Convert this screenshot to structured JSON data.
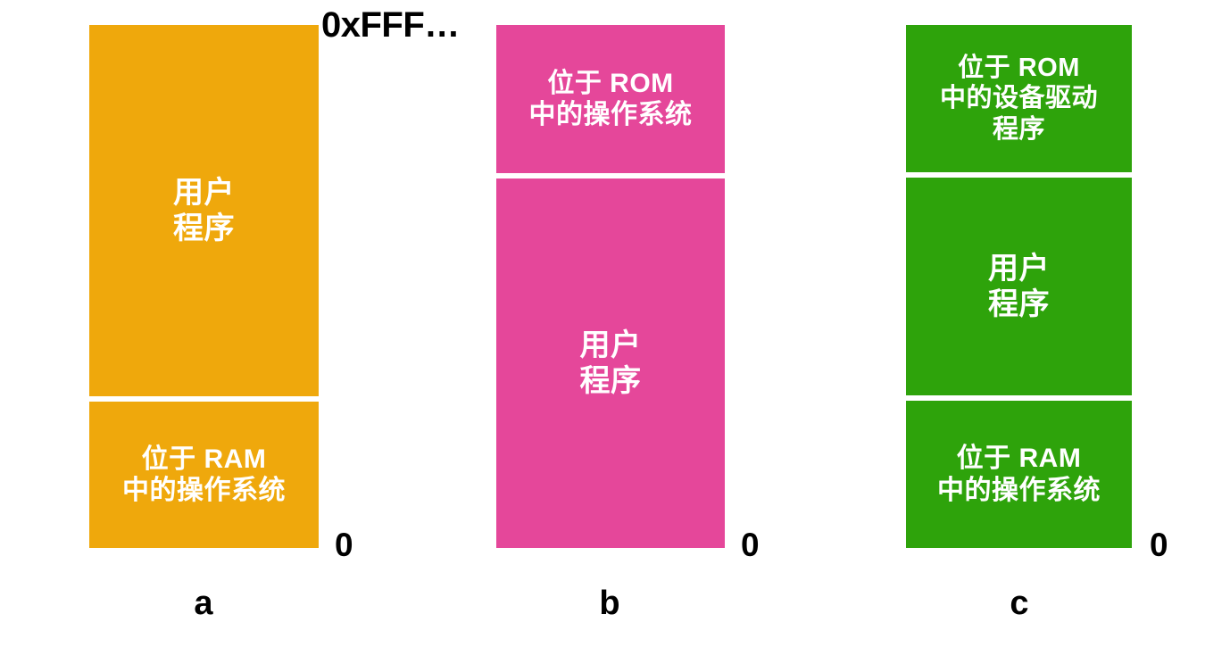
{
  "figure": {
    "type": "diagram",
    "title": "",
    "description": "Three memory-organization layouts for a computer's address space",
    "colors": {
      "column_a": "#efa80c",
      "column_b": "#e5479a",
      "column_c": "#2ea30b",
      "text_on_block": "#ffffff",
      "annotation": "#000000",
      "background": "#ffffff"
    }
  },
  "annotations": {
    "top_address": "0xFFF…",
    "zero_a": "0",
    "zero_b": "0",
    "zero_c": "0"
  },
  "columns": [
    {
      "id": "a",
      "caption": "a",
      "color": "#efa80c",
      "blocks": [
        {
          "name": "user-program",
          "lines": [
            "用户",
            "程序"
          ]
        },
        {
          "name": "operating-system-in-ram",
          "lines": [
            "位于 RAM",
            "中的操作系统"
          ]
        }
      ]
    },
    {
      "id": "b",
      "caption": "b",
      "color": "#e5479a",
      "blocks": [
        {
          "name": "operating-system-in-rom",
          "lines": [
            "位于 ROM",
            "中的操作系统"
          ]
        },
        {
          "name": "user-program",
          "lines": [
            "用户",
            "程序"
          ]
        }
      ]
    },
    {
      "id": "c",
      "caption": "c",
      "color": "#2ea30b",
      "blocks": [
        {
          "name": "device-drivers-in-rom",
          "lines": [
            "位于 ROM",
            "中的设备驱动",
            "程序"
          ]
        },
        {
          "name": "user-program",
          "lines": [
            "用户",
            "程序"
          ]
        },
        {
          "name": "operating-system-in-ram",
          "lines": [
            "位于 RAM",
            "中的操作系统"
          ]
        }
      ]
    }
  ]
}
